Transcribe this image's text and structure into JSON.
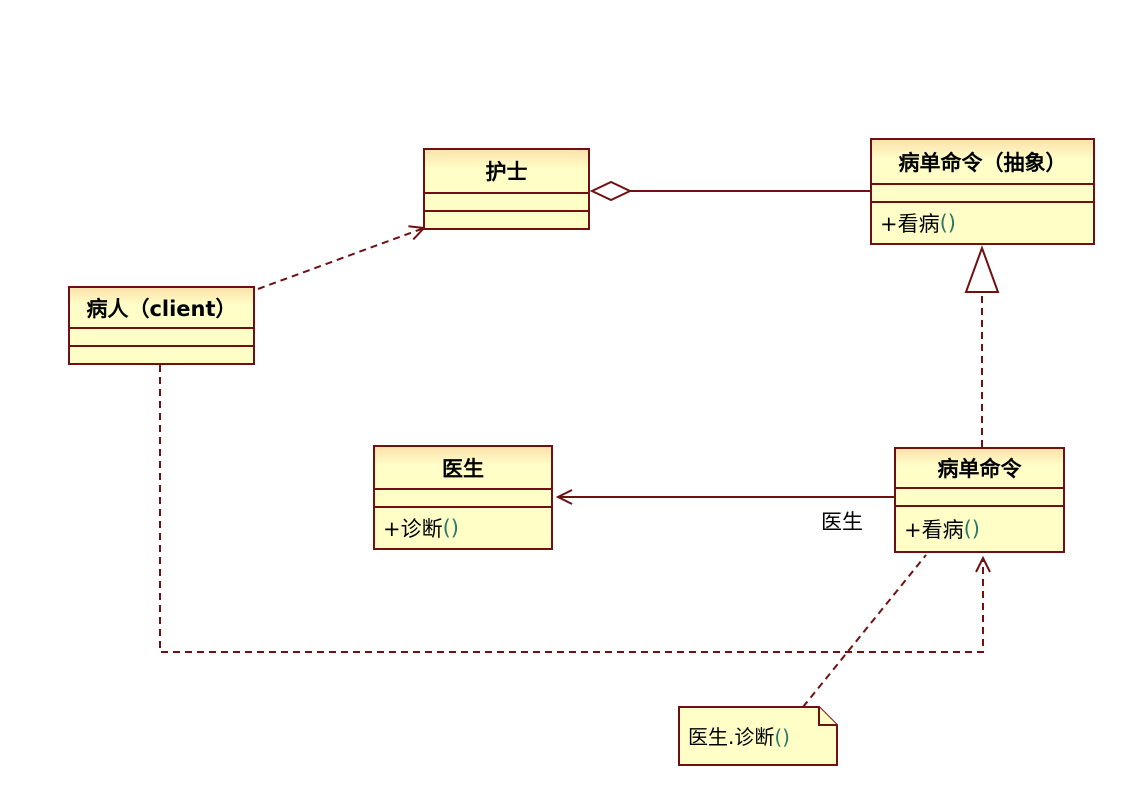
{
  "diagram": {
    "classes": {
      "nurse": {
        "title": "护士"
      },
      "abstract_command": {
        "title": "病单命令（抽象）",
        "op_name": "+看病",
        "op_parens": "()"
      },
      "patient": {
        "title": "病人（client）"
      },
      "doctor": {
        "title": "医生",
        "op_name": "+诊断",
        "op_parens": "()"
      },
      "command": {
        "title": "病单命令",
        "op_name": "+看病",
        "op_parens": "()"
      }
    },
    "labels": {
      "association_role": "医生"
    },
    "note": {
      "text": "医生.诊断",
      "parens": "()"
    },
    "relationships": [
      {
        "type": "aggregation",
        "from": "护士",
        "to": "病单命令（抽象）"
      },
      {
        "type": "dependency",
        "from": "病人（client）",
        "to": "护士"
      },
      {
        "type": "realization",
        "from": "病单命令",
        "to": "病单命令（抽象）"
      },
      {
        "type": "association",
        "from": "病单命令",
        "to": "医生",
        "label": "医生"
      },
      {
        "type": "dependency",
        "from": "病人（client）",
        "to": "病单命令"
      },
      {
        "type": "note_anchor",
        "from": "note",
        "to": "病单命令"
      }
    ],
    "colors": {
      "canvas_bg": "#FFFFFF",
      "node_fill": "#FFFEC6",
      "node_title_top": "#FBE2AC",
      "border": "#701012",
      "line": "#701012",
      "text": "#000000",
      "parens_accent": "#2A7A6C"
    }
  }
}
